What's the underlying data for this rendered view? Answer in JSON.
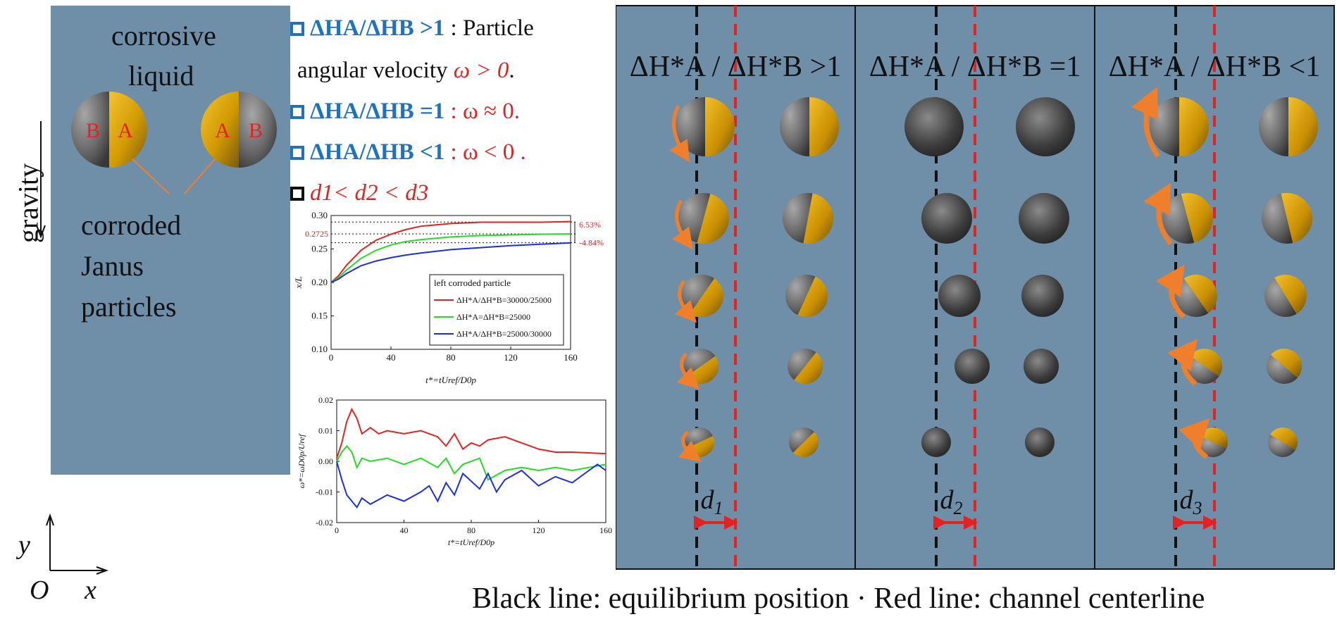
{
  "left_panel": {
    "liquid_label_1": "corrosive",
    "liquid_label_2": "liquid",
    "gravity_label": "gravity",
    "particles_label_1": "corroded",
    "particles_label_2": "Janus",
    "particles_label_3": "particles",
    "particle_left_labels": [
      "B",
      "A"
    ],
    "particle_right_labels": [
      "A",
      "B"
    ],
    "axis_y": "y",
    "axis_origin": "O",
    "axis_x": "x"
  },
  "legend": {
    "item1_ratio": "ΔHA/ΔHB >1",
    "item1_text": ": Particle",
    "item1_line2": "angular velocity",
    "item1_condition": "ω > 0",
    "item2_ratio": "ΔHA/ΔHB =1",
    "item2_condition": ": ω ≈ 0.",
    "item3_ratio": "ΔHA/ΔHB <1",
    "item3_condition": ": ω < 0 .",
    "item4": "d1< d2 < d3"
  },
  "columns": [
    {
      "title": "ΔH*A / ΔH*B >1",
      "d_label": "d1",
      "rotation": "positive"
    },
    {
      "title": "ΔH*A / ΔH*B =1",
      "d_label": "d2",
      "rotation": "none"
    },
    {
      "title": "ΔH*A / ΔH*B <1",
      "d_label": "d3",
      "rotation": "negative"
    }
  ],
  "bottom_caption": "Black line: equilibrium position · Red line: channel centerline",
  "colors": {
    "panel": "#6f8fa9",
    "gold": "#e0a400",
    "equilibrium_line": "#111111",
    "centerline": "#e32222",
    "arrow": "#f07f2b",
    "series_red": "#e32222",
    "series_green": "#22dd22",
    "series_blue": "#1d2ee0"
  },
  "chart_data": [
    {
      "type": "line",
      "xlabel": "t*=tUref/D0p",
      "ylabel": "x/L",
      "xlim": [
        0,
        160
      ],
      "ylim": [
        0.1,
        0.3
      ],
      "xticks": [
        0,
        40,
        80,
        120,
        160
      ],
      "yticks": [
        0.1,
        0.15,
        0.2,
        0.25,
        0.3
      ],
      "legend_title": "left corroded particle",
      "legend_position": "center-right",
      "annotations": [
        "6.53%",
        "-4.84%",
        "0.2725"
      ],
      "reference_lines": [
        0.2903,
        0.2725,
        0.2593
      ],
      "series": [
        {
          "name": "ΔH*A/ΔH*B=30000/25000",
          "x": [
            0,
            5,
            10,
            20,
            30,
            40,
            50,
            60,
            80,
            100,
            120,
            140,
            160
          ],
          "y": [
            0.2,
            0.21,
            0.225,
            0.248,
            0.263,
            0.272,
            0.279,
            0.284,
            0.288,
            0.29,
            0.29,
            0.29,
            0.291
          ]
        },
        {
          "name": "ΔH*A=ΔH*B=25000",
          "x": [
            0,
            5,
            10,
            20,
            30,
            40,
            50,
            60,
            80,
            100,
            120,
            140,
            160
          ],
          "y": [
            0.2,
            0.207,
            0.218,
            0.236,
            0.248,
            0.256,
            0.261,
            0.264,
            0.268,
            0.27,
            0.271,
            0.272,
            0.2725
          ]
        },
        {
          "name": "ΔH*A/ΔH*B=25000/30000",
          "x": [
            0,
            5,
            10,
            20,
            30,
            40,
            50,
            60,
            80,
            100,
            120,
            140,
            160
          ],
          "y": [
            0.2,
            0.205,
            0.213,
            0.225,
            0.232,
            0.237,
            0.241,
            0.244,
            0.249,
            0.252,
            0.255,
            0.257,
            0.259
          ]
        }
      ]
    },
    {
      "type": "line",
      "xlabel": "t*=tUref/D0p",
      "ylabel": "ω*=ωD0p/Uref",
      "xlim": [
        0,
        160
      ],
      "ylim": [
        -0.02,
        0.02
      ],
      "xticks": [
        0,
        40,
        80,
        120,
        160
      ],
      "yticks": [
        -0.02,
        -0.01,
        0.0,
        0.01,
        0.02
      ],
      "series": [
        {
          "name": "red",
          "x": [
            0,
            3,
            6,
            9,
            12,
            15,
            20,
            25,
            30,
            40,
            50,
            60,
            65,
            70,
            75,
            80,
            85,
            90,
            100,
            110,
            120,
            130,
            140,
            160
          ],
          "y": [
            0.001,
            0.006,
            0.013,
            0.017,
            0.014,
            0.009,
            0.011,
            0.009,
            0.01,
            0.009,
            0.01,
            0.008,
            0.005,
            0.009,
            0.004,
            0.006,
            0.005,
            0.007,
            0.008,
            0.006,
            0.004,
            0.003,
            0.003,
            0.0025
          ]
        },
        {
          "name": "green",
          "x": [
            0,
            3,
            6,
            9,
            12,
            15,
            20,
            30,
            40,
            50,
            60,
            65,
            70,
            75,
            85,
            90,
            100,
            110,
            120,
            130,
            140,
            150,
            160
          ],
          "y": [
            0.0,
            0.003,
            0.005,
            0.003,
            -0.002,
            0.001,
            0.0,
            0.001,
            -0.001,
            0.001,
            -0.002,
            0.001,
            -0.004,
            -0.001,
            0.001,
            -0.006,
            -0.003,
            -0.002,
            -0.003,
            -0.002,
            -0.003,
            -0.002,
            -0.001
          ]
        },
        {
          "name": "blue",
          "x": [
            0,
            3,
            6,
            9,
            12,
            15,
            20,
            30,
            40,
            50,
            55,
            60,
            65,
            70,
            75,
            85,
            90,
            95,
            100,
            110,
            120,
            130,
            140,
            150,
            155,
            160
          ],
          "y": [
            0.0,
            -0.006,
            -0.011,
            -0.013,
            -0.015,
            -0.012,
            -0.014,
            -0.011,
            -0.013,
            -0.01,
            -0.008,
            -0.013,
            -0.007,
            -0.011,
            -0.004,
            -0.009,
            -0.004,
            -0.01,
            -0.006,
            -0.003,
            -0.008,
            -0.005,
            -0.007,
            -0.003,
            -0.001,
            -0.003
          ]
        }
      ]
    }
  ]
}
